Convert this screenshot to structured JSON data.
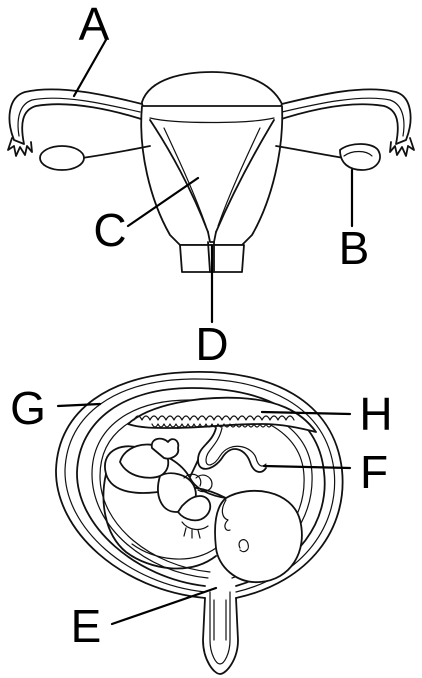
{
  "labels": {
    "A": "A",
    "B": "B",
    "C": "C",
    "D": "D",
    "E": "E",
    "F": "F",
    "G": "G",
    "H": "H"
  },
  "colors": {
    "ink": "#111111",
    "background": "#ffffff"
  }
}
